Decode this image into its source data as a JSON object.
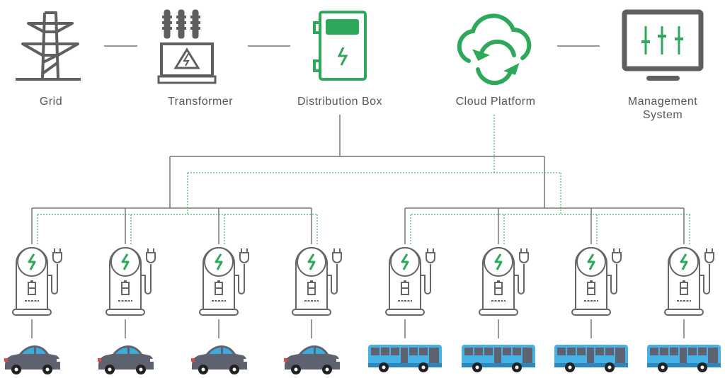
{
  "nodes": {
    "grid": {
      "label": "Grid",
      "icon": "transmission-tower-icon"
    },
    "transformer": {
      "label": "Transformer",
      "icon": "transformer-icon"
    },
    "distribution_box": {
      "label": "Distribution Box",
      "icon": "distribution-box-icon"
    },
    "cloud_platform": {
      "label": "Cloud Platform",
      "icon": "cloud-sync-icon"
    },
    "management_system": {
      "label_line1": "Management",
      "label_line2": "System",
      "icon": "monitor-sliders-icon"
    }
  },
  "chargers": {
    "left_group": 4,
    "right_group": 4,
    "icon": "ev-charger-icon"
  },
  "vehicles": {
    "left_group": "car",
    "right_group": "bus"
  },
  "colors": {
    "gray": "#5f5f5f",
    "line_gray": "#777777",
    "green": "#2ea85a",
    "car_body": "#5d6170",
    "car_window": "#3fa9d8",
    "bus_body": "#45b2e6"
  }
}
